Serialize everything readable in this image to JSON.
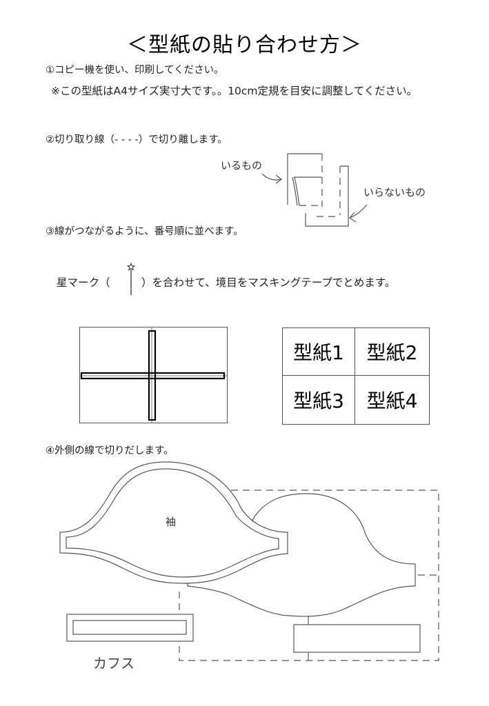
{
  "title": "＜型紙の貼り合わせ方＞",
  "steps": {
    "step1": "①コピー機を使い、印刷してください。",
    "step1_note": "※この型紙はA4サイズ実寸大です。。10cm定規を目安に調整してください。",
    "step2": "②切り取り線（‐ ‐ ‐ ‐）で切り離します。",
    "step3": "③線がつながるように、番号順に並べます。",
    "step3_note_before": "星マーク（",
    "step3_note_after": "）を合わせて、境目をマスキングテープでとめます。",
    "step4": "④外側の線で切りだします。"
  },
  "diagram_cut": {
    "keep_label": "いるもの",
    "discard_label": "いらないもの"
  },
  "grid": {
    "cells": [
      "型紙1",
      "型紙2",
      "型紙3",
      "型紙4"
    ]
  },
  "pattern": {
    "sleeve_label": "袖",
    "cuffs_label": "カフス"
  },
  "icons": {
    "star_mark": "star-mark-icon"
  },
  "colors": {
    "line": "#555555",
    "text": "#222222"
  }
}
